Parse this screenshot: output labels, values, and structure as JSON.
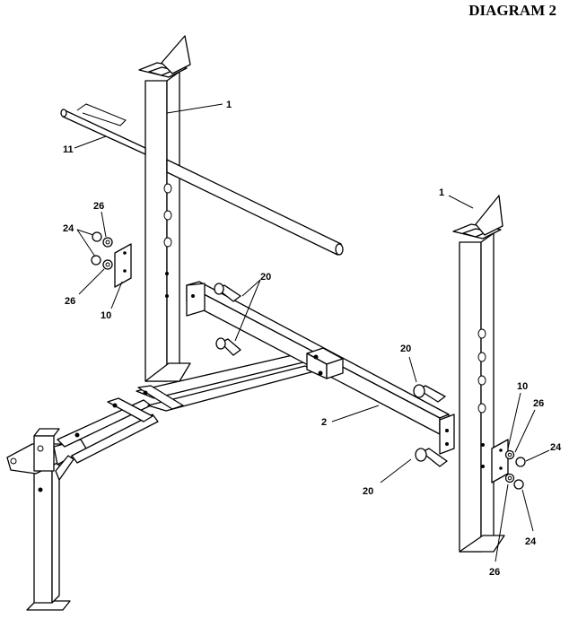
{
  "title": "DIAGRAM 2",
  "callouts": {
    "upright_left": "1",
    "upright_right": "1",
    "bar": "11",
    "crossbar": "2",
    "bolts_top": "20",
    "bolt_right": "20",
    "bolt_bottom": "20",
    "washer_left": "26",
    "nut_left": "24",
    "washer_left_low": "26",
    "bracket_left": "10",
    "bracket_right": "10",
    "washer_right": "26",
    "nut_right": "24",
    "nut_right_low": "24",
    "washer_right_low": "26"
  }
}
